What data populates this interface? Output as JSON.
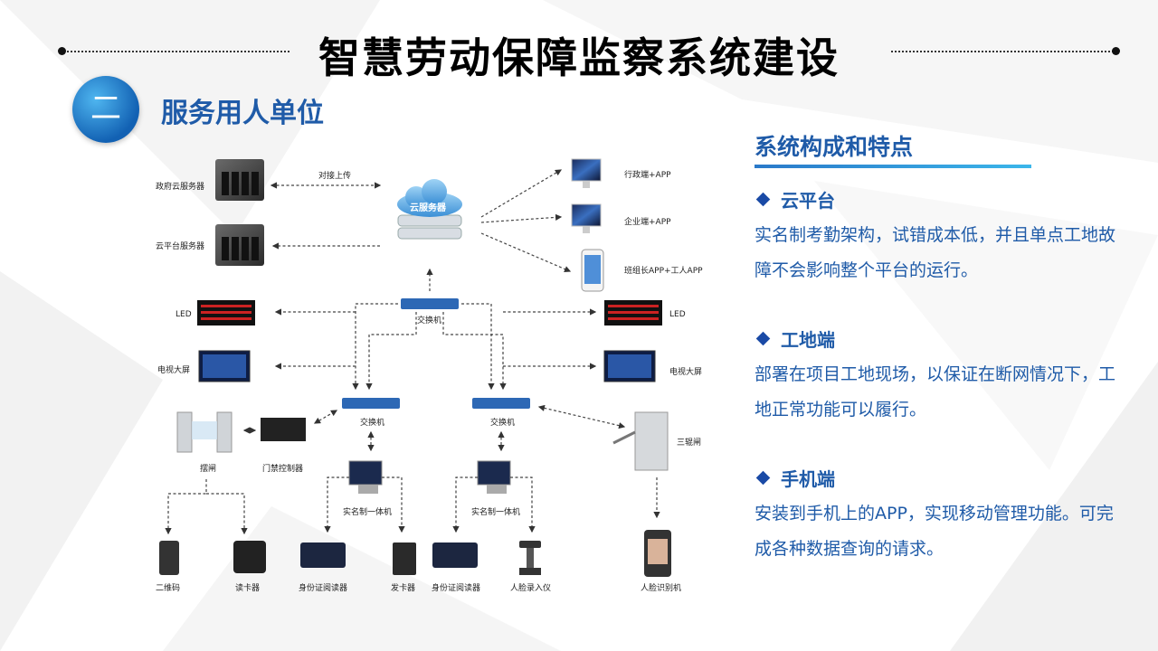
{
  "title": "智慧劳动保障监察系统建设",
  "section": {
    "number": "二",
    "title": "服务用人单位"
  },
  "right": {
    "heading": "系统构成和特点",
    "features": [
      {
        "title": "云平台",
        "body": "实名制考勤架构，试错成本低，并且单点工地故障不会影响整个平台的运行。"
      },
      {
        "title": "工地端",
        "body": "部署在项目工地现场，以保证在断网情况下，工地正常功能可以履行。"
      },
      {
        "title": "手机端",
        "body": "安装到手机上的APP，实现移动管理功能。可完成各种数据查询的请求。"
      }
    ]
  },
  "diagram": {
    "cloud_label": "云服务器",
    "gov_server": "政府云服务器",
    "cloud_platform_server": "云平台服务器",
    "dock_upload": "对接上传",
    "admin_app": "行政端+APP",
    "enterprise_app": "企业端+APP",
    "team_app": "班组长APP+工人APP",
    "main_switch": "交换机",
    "led_left": "LED",
    "led_right": "LED",
    "tv_left": "电视大屏",
    "tv_right": "电视大屏",
    "switch_left": "交换机",
    "switch_right": "交换机",
    "swing_gate": "摆闸",
    "access_controller": "门禁控制器",
    "tripod_gate": "三辊闸",
    "terminal_left": "实名制一体机",
    "terminal_right": "实名制一体机",
    "qr": "二维码",
    "card_reader": "读卡器",
    "id_reader_left": "身份证阅读器",
    "card_issuer": "发卡器",
    "id_reader_right": "身份证阅读器",
    "face_enroll": "人脸录入仪",
    "face_recog": "人脸识别机",
    "led_text": "LED"
  },
  "colors": {
    "accent": "#1f5ba8",
    "switch": "#2d68b5"
  }
}
